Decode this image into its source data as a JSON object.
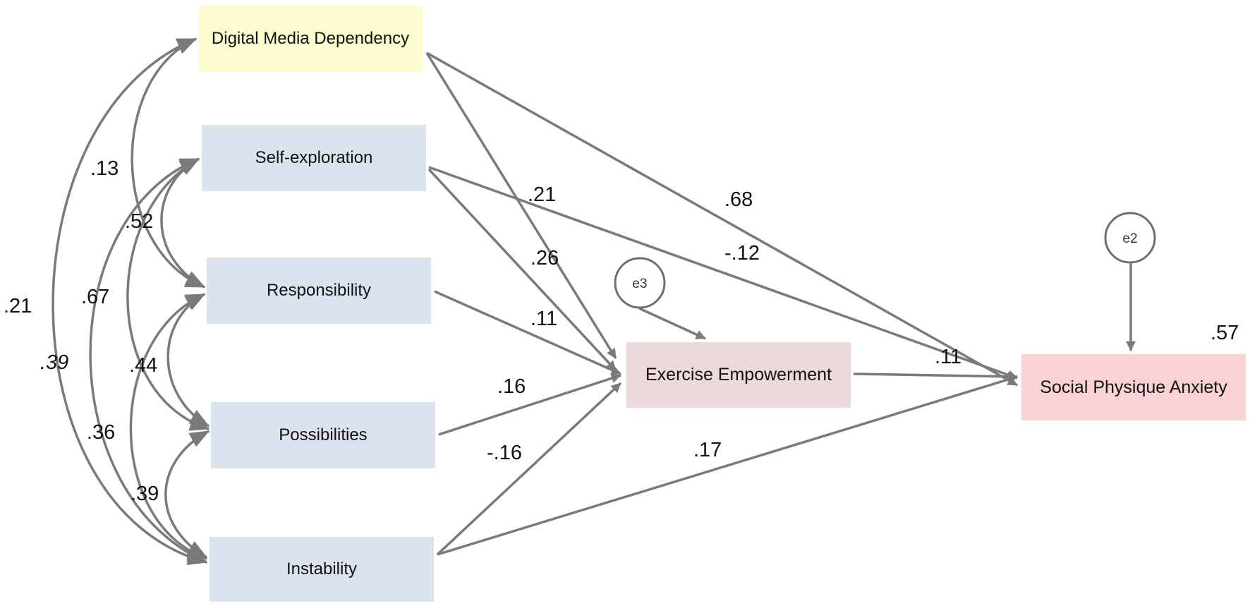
{
  "nodes": {
    "digital_media_dependency": "Digital Media Dependency",
    "self_exploration": "Self-exploration",
    "responsibility": "Responsibility",
    "possibilities": "Possibilities",
    "instability": "Instability",
    "exercise_empowerment": "Exercise Empowerment",
    "social_physique_anxiety": "Social Physique Anxiety"
  },
  "error_terms": {
    "e3": "e3",
    "e2": "e2"
  },
  "covariances": {
    "dmd_resp": ".13",
    "self_resp": ".52",
    "dmd_inst": ".21",
    "self_poss": ".67",
    "dmd_poss": ".39",
    "resp_poss": ".44",
    "self_inst": ".36",
    "poss_inst": ".39"
  },
  "paths": {
    "dmd_ee": ".21",
    "dmd_spa": ".68",
    "self_ee": ".26",
    "self_spa": "-.12",
    "resp_ee": ".11",
    "poss_ee": ".16",
    "inst_ee": "-.16",
    "inst_spa": ".17",
    "ee_spa": ".11"
  },
  "r_squared": {
    "spa": ".57"
  },
  "colors": {
    "dmd_box": "#fdfbd0",
    "predictor_box": "#dbe4ee",
    "ee_box": "#ecd9da",
    "spa_box": "#f9d2d4",
    "arrow": "#7a7a7a"
  }
}
